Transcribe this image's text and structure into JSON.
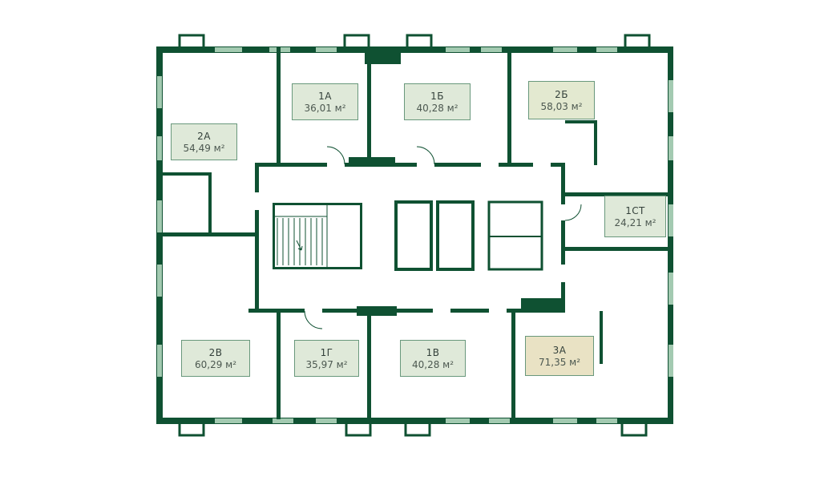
{
  "plan": {
    "title": "apartment-floor-plan",
    "colors": {
      "wall": "#0f5132",
      "window": "#a3cab1",
      "apartment_green": "#dfe9d9",
      "apartment_olive": "#e3e9d0",
      "apartment_tan": "#e9e2c4",
      "box_border": "#69987c"
    },
    "apartments": [
      {
        "id": "2A",
        "label": "2А",
        "area": "54,49 м²"
      },
      {
        "id": "1A",
        "label": "1А",
        "area": "36,01 м²"
      },
      {
        "id": "1B",
        "label": "1Б",
        "area": "40,28 м²"
      },
      {
        "id": "2B",
        "label": "2Б",
        "area": "58,03 м²"
      },
      {
        "id": "1ST",
        "label": "1СТ",
        "area": "24,21 м²"
      },
      {
        "id": "2V",
        "label": "2В",
        "area": "60,29 м²"
      },
      {
        "id": "1G",
        "label": "1Г",
        "area": "35,97 м²"
      },
      {
        "id": "1V",
        "label": "1В",
        "area": "40,28 м²"
      },
      {
        "id": "3A",
        "label": "3А",
        "area": "71,35 м²"
      }
    ]
  }
}
